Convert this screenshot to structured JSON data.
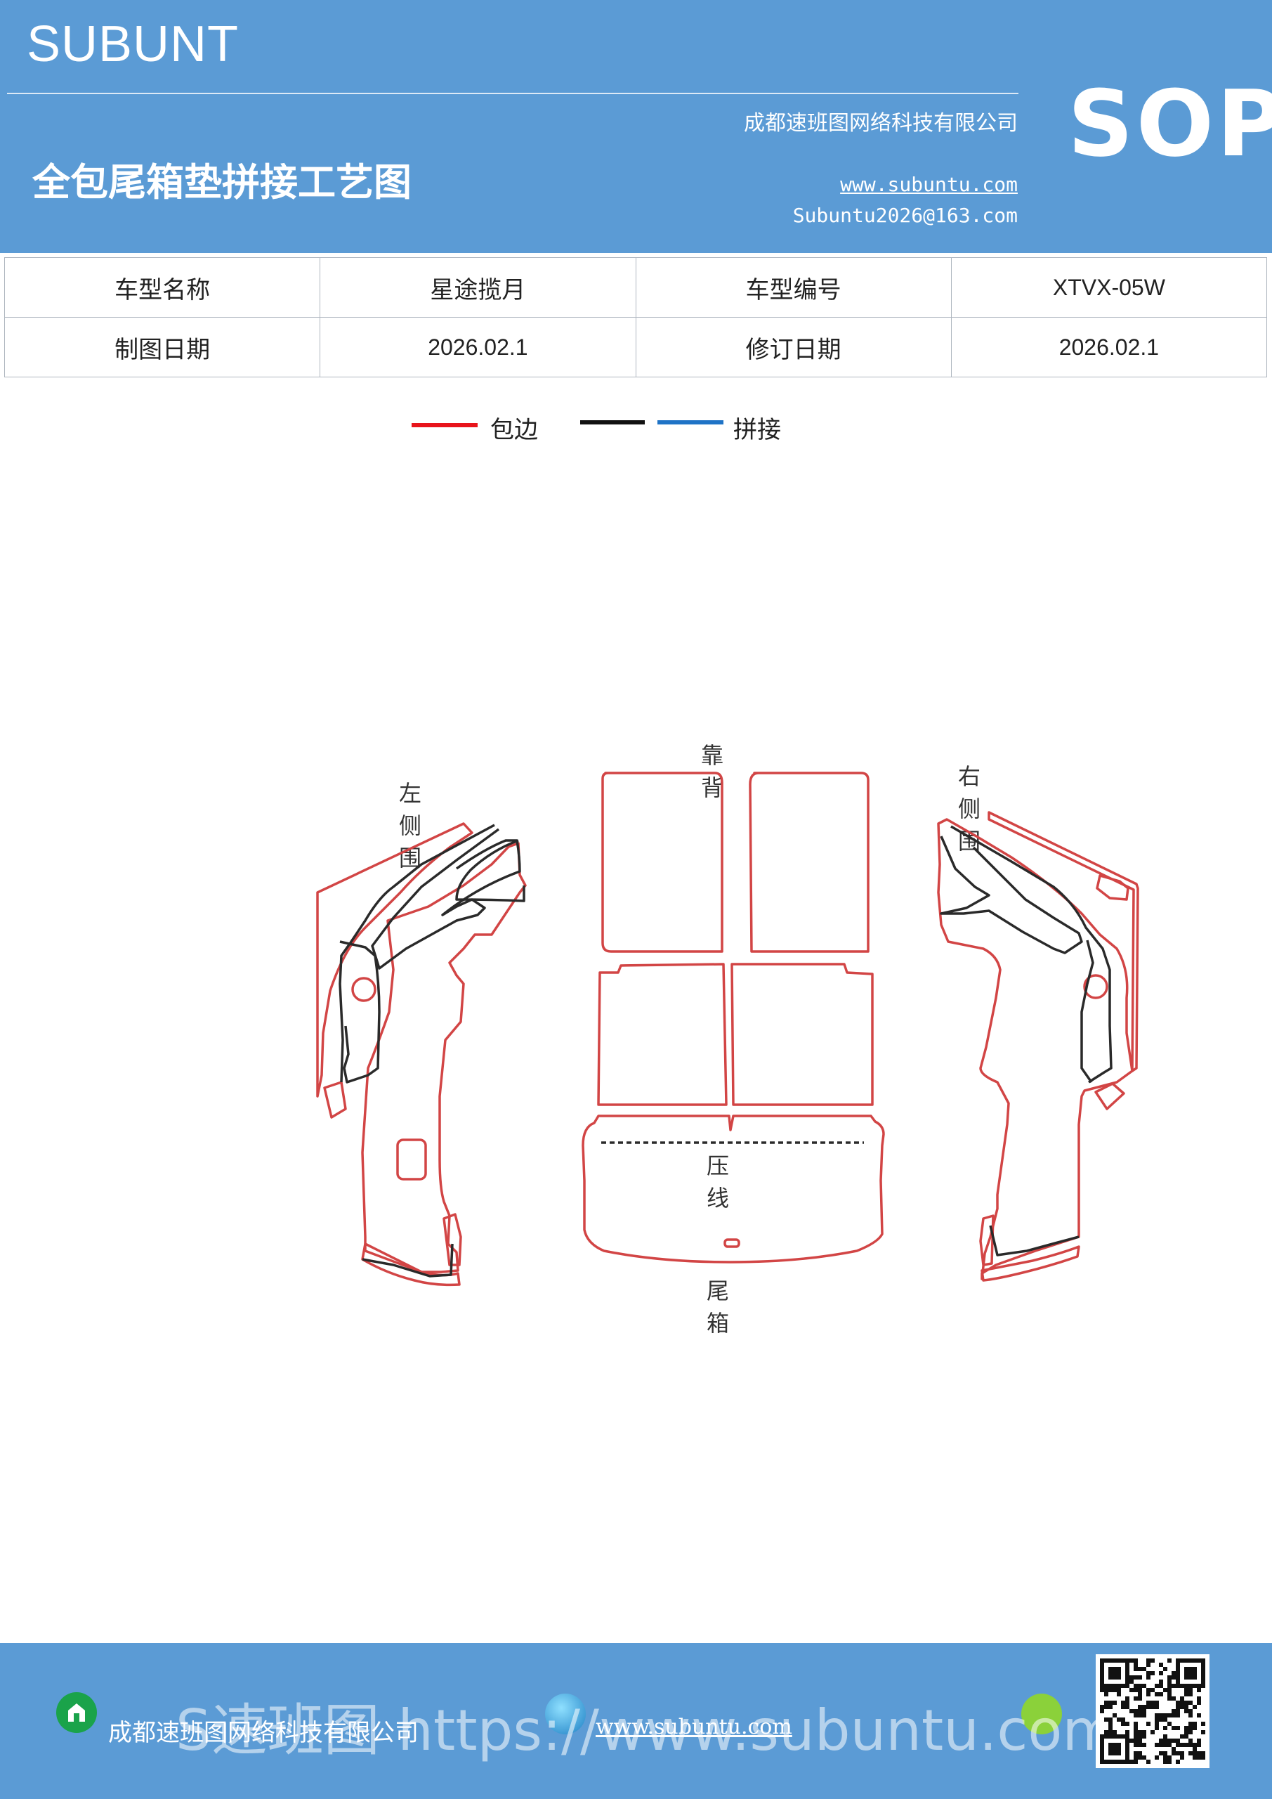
{
  "header": {
    "brand": "SUBUNT",
    "company": "成都速班图网络科技有限公司",
    "website": "www.subuntu.com",
    "email": "Subuntu2026@163.com",
    "title": "全包尾箱垫拼接工艺图",
    "badge": "SOP"
  },
  "info_table": {
    "rows": [
      {
        "label1": "车型名称",
        "value1": "星途揽月",
        "label2": "车型编号",
        "value2": "XTVX-05W"
      },
      {
        "label1": "制图日期",
        "value1": "2026.02.1",
        "label2": "修订日期",
        "value2": "2026.02.1"
      }
    ]
  },
  "legend": {
    "items": [
      {
        "color": "#e8141b",
        "label": "包边"
      },
      {
        "color": "#111111",
        "label": ""
      },
      {
        "color": "#1f73c6",
        "label": "拼接"
      }
    ]
  },
  "diagram": {
    "colors": {
      "edge": "#d24545",
      "seam": "#2a2a2a"
    },
    "labels": {
      "left": "左侧围",
      "back": "靠背",
      "right": "右侧围",
      "crease": "压线",
      "trunk": "尾箱"
    }
  },
  "footer": {
    "company": "成都速班图网络科技有限公司",
    "website": "www.subuntu.com",
    "overlay": "S速班图 https://www.subuntu.com"
  }
}
